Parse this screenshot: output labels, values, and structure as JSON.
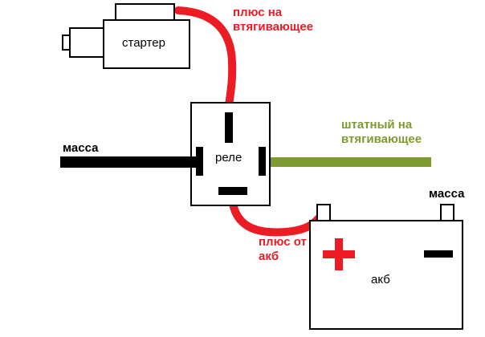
{
  "diagram": {
    "starter": {
      "label": "стартер"
    },
    "relay": {
      "label": "реле"
    },
    "battery": {
      "label": "акб"
    },
    "ground_left": {
      "label": "масса"
    },
    "ground_right": {
      "label": "масса"
    },
    "wire_labels": {
      "plus_to_solenoid": "плюс на втягивающее",
      "stock_to_solenoid": "штатный на втягивающее",
      "plus_from_battery": "плюс от акб"
    },
    "colors": {
      "wire_red": "#ed1c24",
      "wire_green": "#7e9b30",
      "wire_black": "#000000"
    }
  }
}
